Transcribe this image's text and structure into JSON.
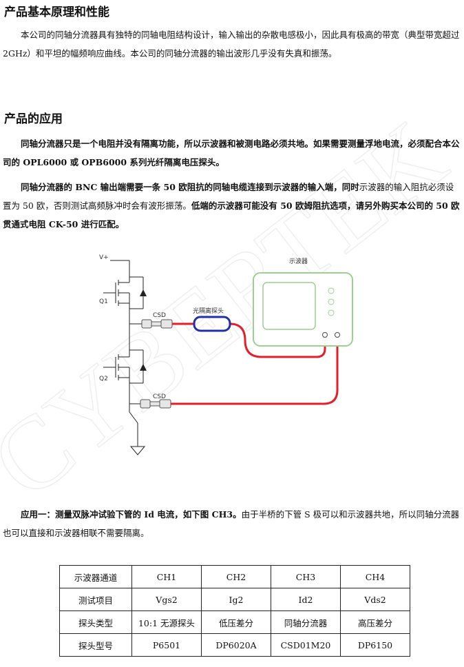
{
  "watermark_text": "CYBERTEK",
  "section1": {
    "title": "产品基本原理和性能",
    "para": "本公司的同轴分流器具有独特的同轴电阻结构设计，输入输出的杂散电感极小，因此具有极高的带宽（典型带宽超过 2GHz）和平坦的幅频响应曲线。本公司的同轴分流器的输出波形几乎没有失真和振荡。"
  },
  "section2": {
    "title": "产品的应用",
    "para1": "同轴分流器只是一个电阻并没有隔离功能，所以示波器和被测电路必须共地。如果需要测量浮地电流，必须配合本公司的 OPL6000 或 OPB6000 系列光纤隔离电压探头。",
    "para2_a": "同轴分流器的 BNC 输出端需要一条 50 欧阻抗的同轴电缆连接到示波器的输入端，同时",
    "para2_b": "示波器的输入阻抗必须设置为 50 欧，否则测试高频脉冲时会有波形振荡。",
    "para2_c": "低端的示波器可能没有 50 欧姆阻抗选项，请另外购买本公司的 50 欧贯通式电阻 CK-50 进行匹配。"
  },
  "diagram": {
    "vplus": "V+",
    "q1": "Q1",
    "q2": "Q2",
    "csd1": "CSD",
    "csd2": "CSD",
    "probe": "光隔离探头",
    "scope": "示波器",
    "colors": {
      "cable": "#e3202a",
      "probe": "#2230a8",
      "scope": "#9cd08f"
    }
  },
  "application": {
    "lead": "应用一：测量双脉冲试验下管的 Id 电流，如下图 CH3。",
    "rest": "由于半桥的下管 S 极可以和示波器共地，所以同轴分流器也可以直接和示波器相联不需要隔离。"
  },
  "table": {
    "rows": [
      [
        "示波器通道",
        "CH1",
        "CH2",
        "CH3",
        "CH4"
      ],
      [
        "测试项目",
        "Vgs2",
        "Ig2",
        "Id2",
        "Vds2"
      ],
      [
        "探头类型",
        "10:1 无源探头",
        "低压差分",
        "同轴分流器",
        "高压差分"
      ],
      [
        "探头型号",
        "P6501",
        "DP6020A",
        "CSD01M20",
        "DP6150"
      ]
    ]
  }
}
